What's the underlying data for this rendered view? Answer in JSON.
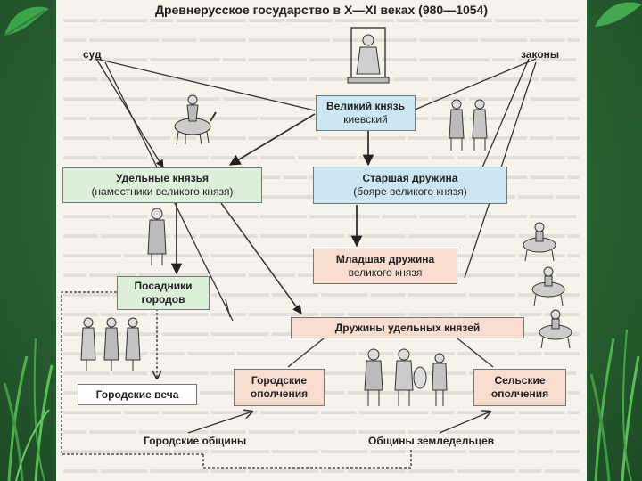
{
  "title": "Древнерусское государство в X—XI веках (980—1054)",
  "labels": {
    "court": "суд",
    "laws": "законы"
  },
  "nodes": {
    "grand_prince": {
      "line1": "Великий князь",
      "line2": "киевский"
    },
    "senior_retinue": {
      "line1": "Старшая дружина",
      "line2": "(бояре великого князя)"
    },
    "appanage_princes": {
      "line1": "Удельные князья",
      "line2": "(наместники великого князя)"
    },
    "junior_retinue": {
      "line1": "Младшая дружина",
      "line2": "великого князя"
    },
    "city_governors": {
      "line1": "Посадники",
      "line2": "городов"
    },
    "appanage_retinues": {
      "line1": "Дружины удельных князей"
    },
    "city_veche": {
      "line1": "Городские веча"
    },
    "city_militia": {
      "line1": "Городские",
      "line2": "ополчения"
    },
    "rural_militia": {
      "line1": "Сельские",
      "line2": "ополчения"
    },
    "city_communities": {
      "line1": "Городские общины"
    },
    "farmer_communities": {
      "line1": "Общины земледельцев"
    }
  },
  "colors": {
    "green_box": "#dcefd9",
    "blue_box": "#cde6f3",
    "peach_box": "#f6ddcf",
    "background": "#2c6a36"
  }
}
